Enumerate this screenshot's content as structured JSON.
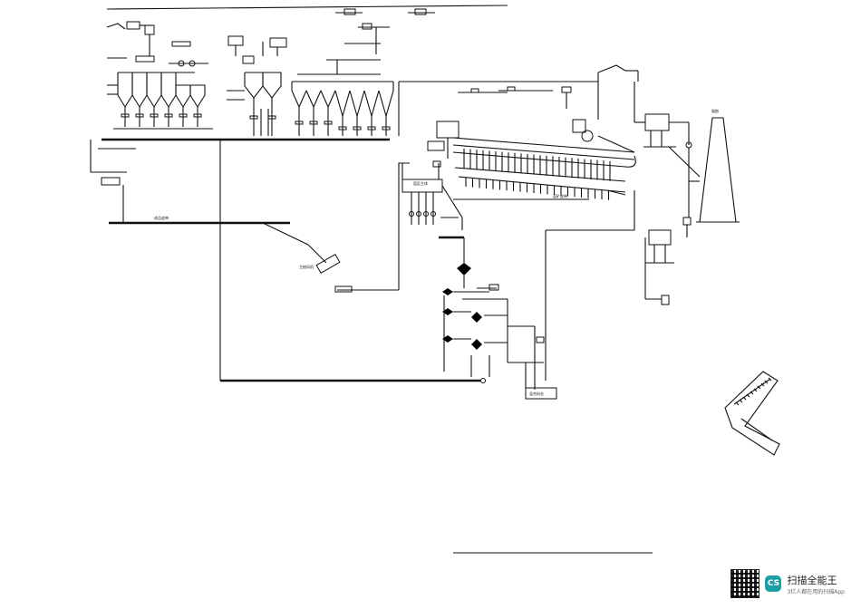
{
  "watermark": {
    "logo": "CS",
    "brand": "扫描全能王",
    "tagline": "3亿人都在用的扫描App"
  },
  "labels": {
    "furnace_zone": "窑区主体",
    "bottom_box": "混合料仓",
    "main_belt": "成品皮带",
    "lower_belt": "返矿皮带",
    "stack": "烟囱",
    "fan": "主抽风机"
  }
}
